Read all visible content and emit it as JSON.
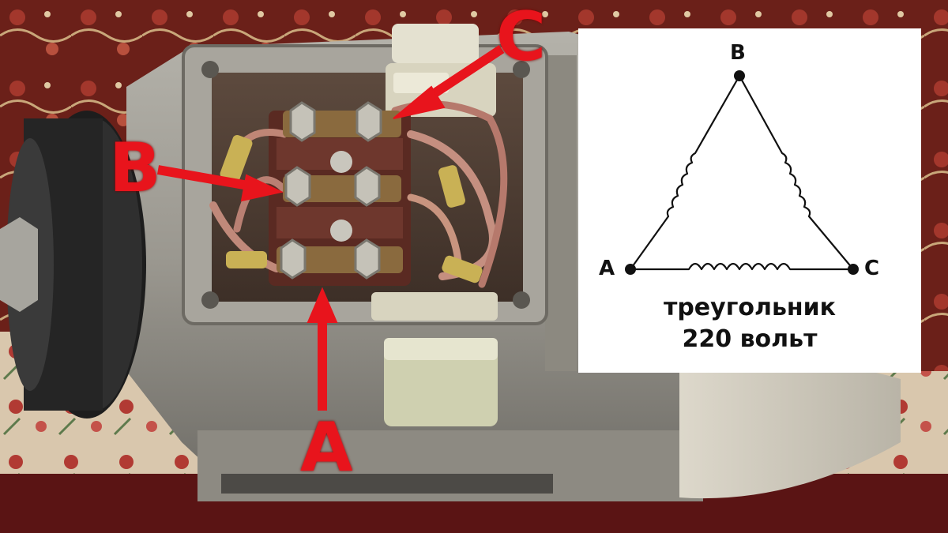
{
  "photo": {
    "description_icon": "electric-motor-terminal-box-photo",
    "arrow_color": "#e8141c",
    "labels": {
      "a": "A",
      "b": "B",
      "c": "C"
    }
  },
  "diagram": {
    "nodes": {
      "a": "A",
      "b": "B",
      "c": "C"
    },
    "caption_line1": "треугольник",
    "caption_line2": "220 вольт",
    "line_color": "#111111",
    "panel_color": "#ffffff"
  }
}
